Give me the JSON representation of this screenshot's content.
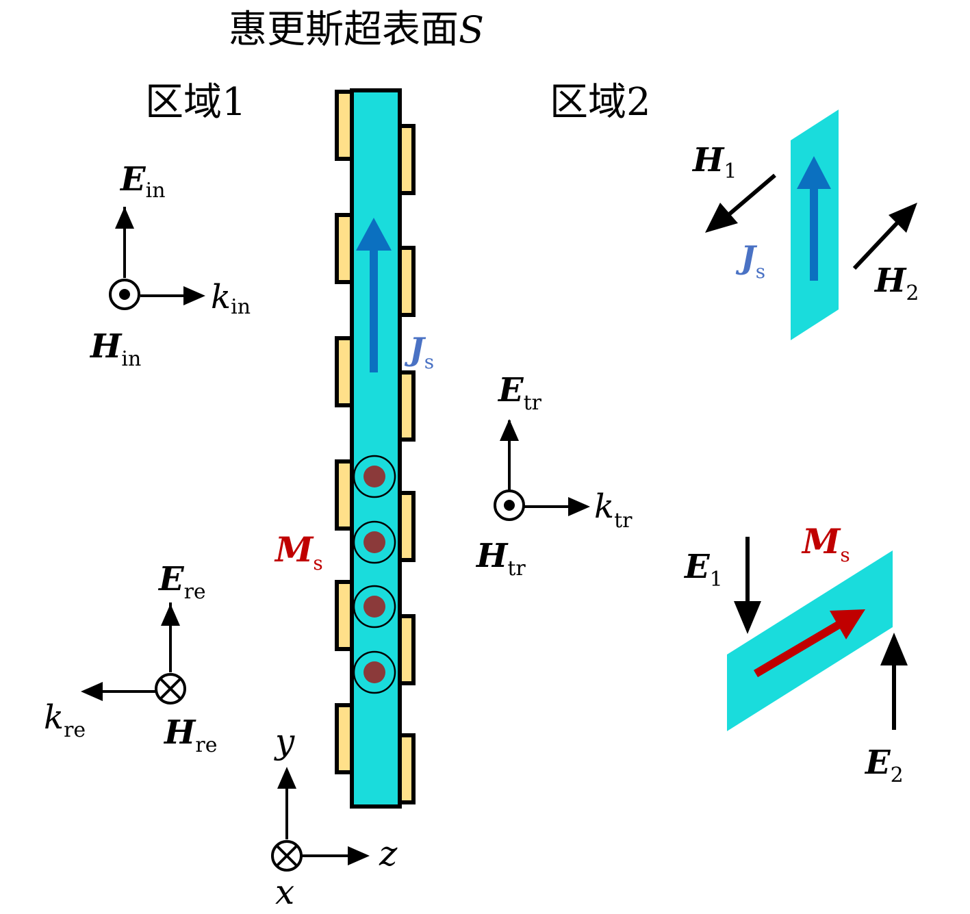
{
  "title": {
    "text": "惠更斯超表面",
    "symbol": "S"
  },
  "regions": {
    "left": "区域1",
    "right": "区域2"
  },
  "incident": {
    "E": "E",
    "E_sub": "in",
    "H": "H",
    "H_sub": "in",
    "k": "k",
    "k_sub": "in"
  },
  "reflected": {
    "E": "E",
    "E_sub": "re",
    "H": "H",
    "H_sub": "re",
    "k": "k",
    "k_sub": "re"
  },
  "transmitted": {
    "E": "E",
    "E_sub": "tr",
    "H": "H",
    "H_sub": "tr",
    "k": "k",
    "k_sub": "tr"
  },
  "surface_currents": {
    "J": "J",
    "J_sub": "s",
    "M": "M",
    "M_sub": "s"
  },
  "inset_electric": {
    "H1": "H",
    "H1_sub": "1",
    "H2": "H",
    "H2_sub": "2",
    "J": "J",
    "J_sub": "s"
  },
  "inset_magnetic": {
    "E1": "E",
    "E1_sub": "1",
    "E2": "E",
    "E2_sub": "2",
    "M": "M",
    "M_sub": "s"
  },
  "axes": {
    "x": "x",
    "y": "y",
    "z": "z"
  },
  "colors": {
    "surface": "#1adcdc",
    "electric_current": "#0b70c0",
    "electric_label": "#4a72c4",
    "magnetic_current": "#c00000",
    "magnetic_dot": "#8b3a3a",
    "unit_cell": "#ffe08a"
  }
}
